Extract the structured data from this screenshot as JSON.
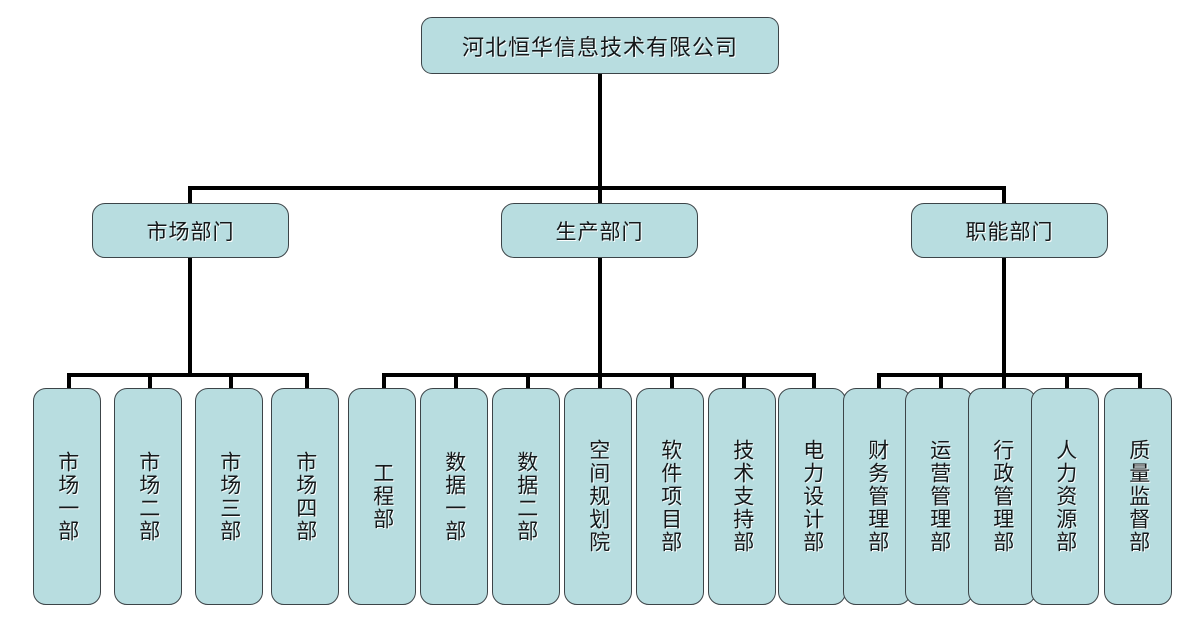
{
  "diagram": {
    "title_node": "河北恒华信息技术有限公司",
    "colors": {
      "node_fill": "#b8dde0",
      "node_border": "#3c4448",
      "connector": "#000000",
      "background": "#ffffff",
      "text": "#14181a"
    },
    "level2": [
      {
        "label": "市场部门"
      },
      {
        "label": "生产部门"
      },
      {
        "label": "职能部门"
      }
    ],
    "leaves": {
      "market": [
        {
          "label": "市场一部"
        },
        {
          "label": "市场二部"
        },
        {
          "label": "市场三部"
        },
        {
          "label": "市场四部"
        }
      ],
      "production": [
        {
          "label": "工程部"
        },
        {
          "label": "数据一部"
        },
        {
          "label": "数据二部"
        },
        {
          "label": "空间规划院"
        },
        {
          "label": "软件项目部"
        },
        {
          "label": "技术支持部"
        },
        {
          "label": "电力设计部"
        }
      ],
      "functional": [
        {
          "label": "财务管理部"
        },
        {
          "label": "运营管理部"
        },
        {
          "label": "行政管理部"
        },
        {
          "label": "人力资源部"
        },
        {
          "label": "质量监督部"
        }
      ]
    }
  }
}
